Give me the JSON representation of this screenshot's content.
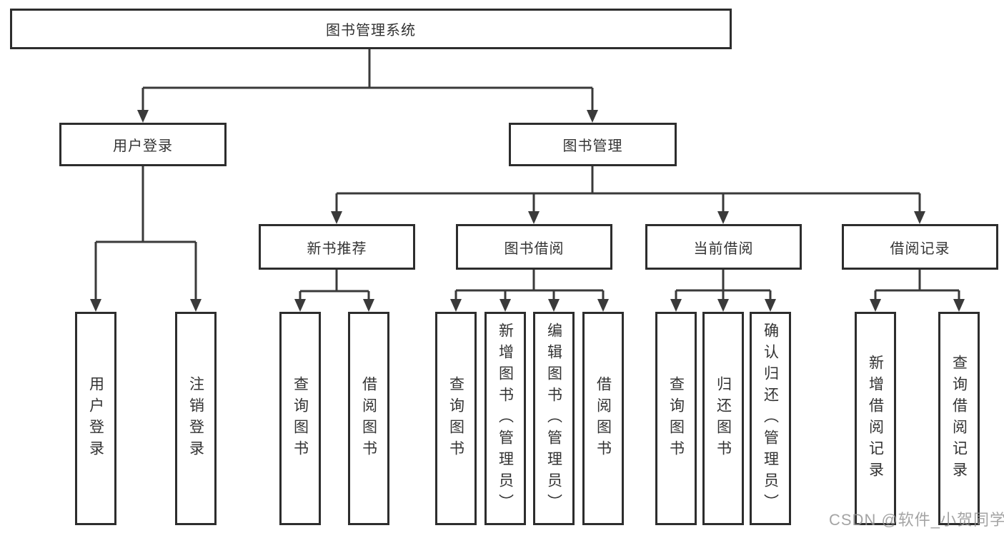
{
  "diagram_type": "hierarchy-tree",
  "tree": {
    "label": "图书管理系统",
    "children": [
      {
        "label": "用户登录",
        "children": [
          {
            "label": "用户登录"
          },
          {
            "label": "注销登录"
          }
        ]
      },
      {
        "label": "图书管理",
        "children": [
          {
            "label": "新书推荐",
            "children": [
              {
                "label": "查询图书"
              },
              {
                "label": "借阅图书"
              }
            ]
          },
          {
            "label": "图书借阅",
            "children": [
              {
                "label": "查询图书"
              },
              {
                "label": "新增图书（管理员）"
              },
              {
                "label": "编辑图书（管理员）"
              },
              {
                "label": "借阅图书"
              }
            ]
          },
          {
            "label": "当前借阅",
            "children": [
              {
                "label": "查询图书"
              },
              {
                "label": "归还图书"
              },
              {
                "label": "确认归还（管理员）"
              }
            ]
          },
          {
            "label": "借阅记录",
            "children": [
              {
                "label": "新增借阅记录"
              },
              {
                "label": "查询借阅记录"
              }
            ]
          }
        ]
      }
    ]
  },
  "watermark": {
    "text": "CSDN @软件_小贺同学",
    "color": "#949494"
  },
  "colors": {
    "background": "#ffffff",
    "box_border": "#2d2d2d",
    "connector_line": "#3a3a3a",
    "text": "#333333"
  }
}
